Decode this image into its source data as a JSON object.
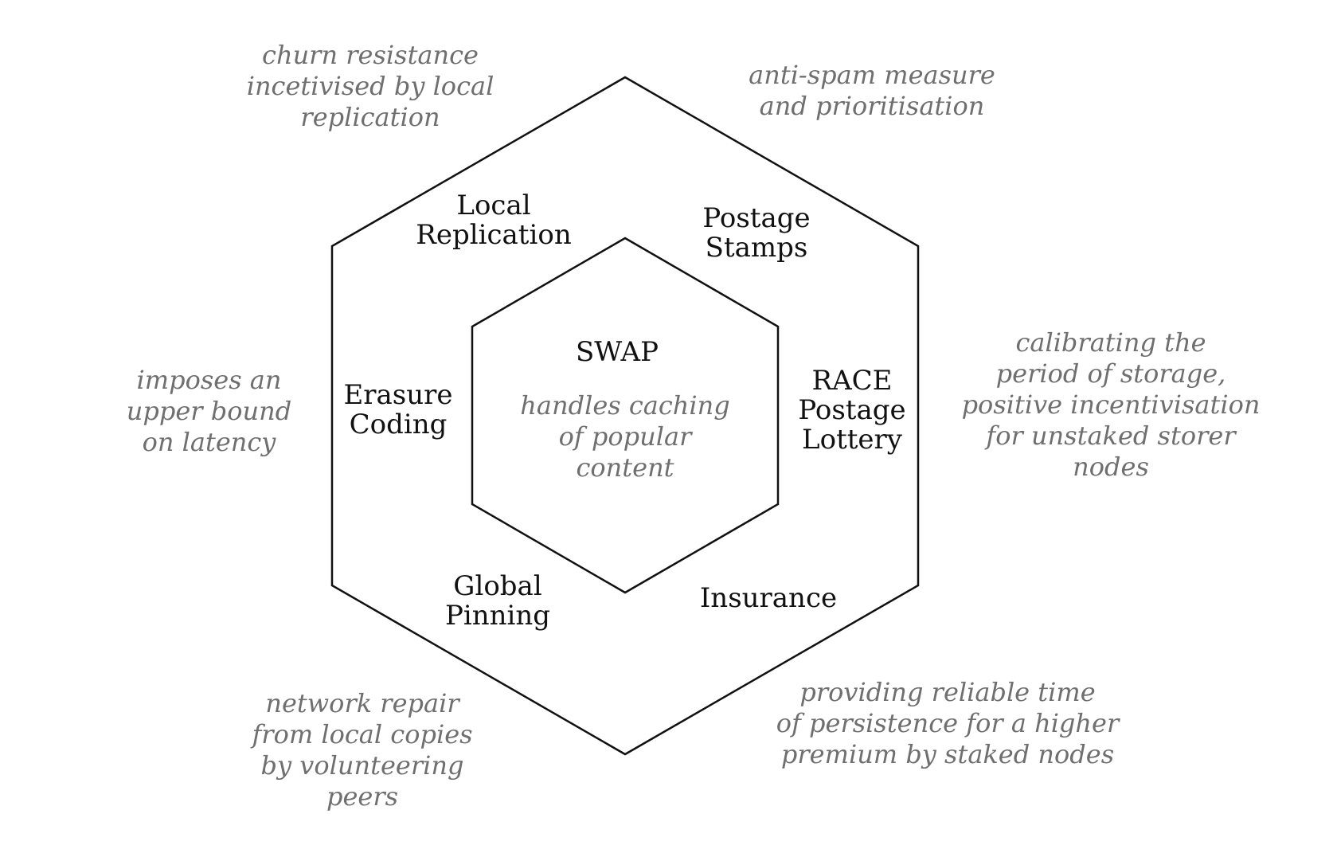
{
  "center": {
    "title": "SWAP",
    "description": [
      "handles caching",
      "of popular",
      "content"
    ]
  },
  "mechanisms": {
    "local_replication": [
      "Local",
      "Replication"
    ],
    "postage_stamps": [
      "Postage",
      "Stamps"
    ],
    "race_postage_lottery": [
      "RACE",
      "Postage",
      "Lottery"
    ],
    "insurance": [
      "Insurance"
    ],
    "global_pinning": [
      "Global",
      "Pinning"
    ],
    "erasure_coding": [
      "Erasure",
      "Coding"
    ]
  },
  "annotations": {
    "churn_resistance": [
      "churn resistance",
      "incetivised by local",
      "replication"
    ],
    "anti_spam": [
      "anti-spam measure",
      "and prioritisation"
    ],
    "calibrating": [
      "calibrating the",
      "period of storage,",
      "positive incentivisation",
      "for unstaked storer",
      "nodes"
    ],
    "reliable_time": [
      "providing reliable time",
      "of persistence for a higher",
      "premium by staked nodes"
    ],
    "network_repair": [
      "network repair",
      "from local copies",
      "by volunteering",
      "peers"
    ],
    "latency": [
      "imposes an",
      "upper bound",
      "on latency"
    ]
  },
  "colors": {
    "stroke": "#111111",
    "main_text": "#111111",
    "note_text": "#6f6f6f",
    "background": "#ffffff"
  }
}
